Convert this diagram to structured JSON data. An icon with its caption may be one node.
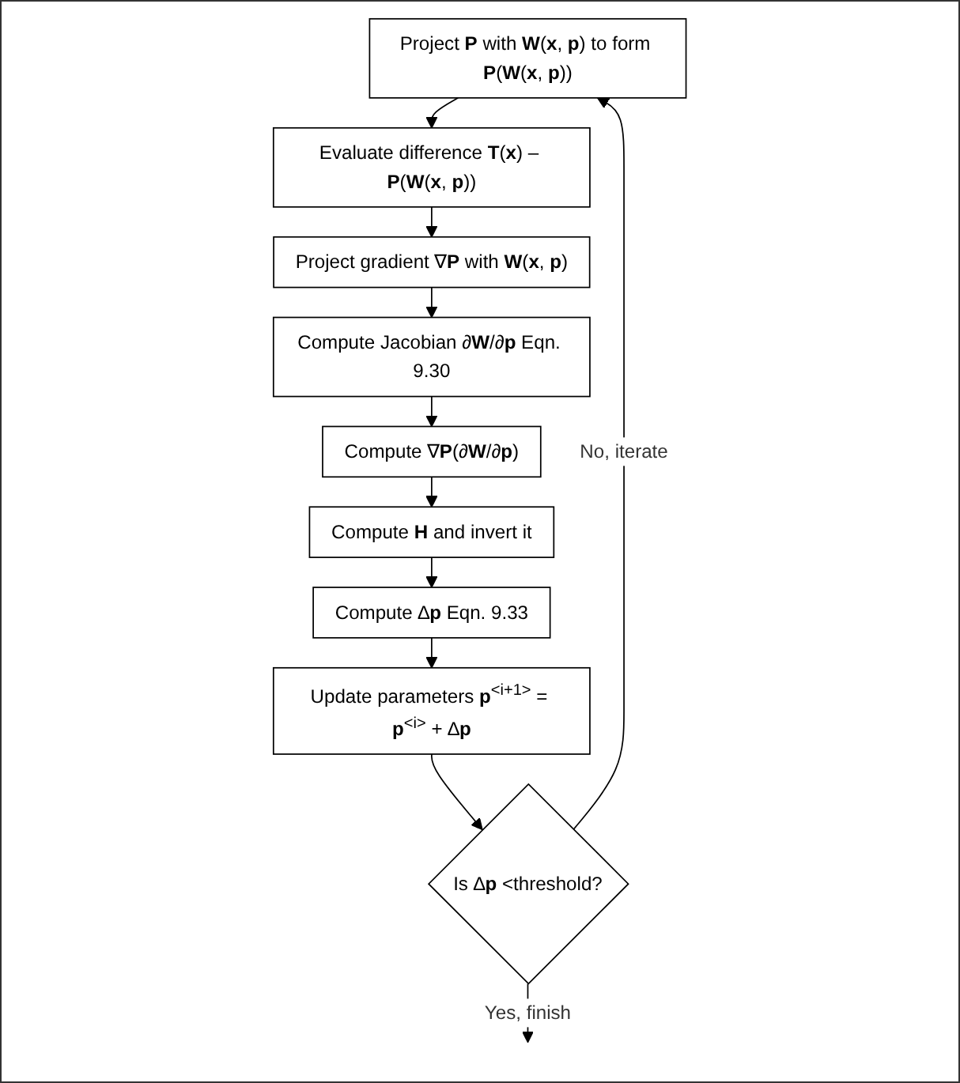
{
  "diagram": {
    "nodes": [
      {
        "text": [
          "Project **P** with **W**(**x**, **p**) to form **P**(**W**(**x**, **p**))"
        ]
      },
      {
        "text": [
          "Evaluate difference **T**(**x**) – **P**(**W**(**x**, **p**))"
        ]
      },
      {
        "text": [
          "Project gradient ∇**P** with **W**(**x**, **p**)"
        ]
      },
      {
        "text": [
          "Compute Jacobian ∂**W**/∂**p** Eqn. 9.30"
        ]
      },
      {
        "text": [
          "Compute ∇**P**(∂**W**/∂**p**)"
        ]
      },
      {
        "text": [
          "Compute **H** and invert it"
        ]
      },
      {
        "text": [
          "Compute ∆**p** Eqn. 9.33"
        ]
      },
      {
        "text": [
          "Update parameters **p**$^{<i+1>}$ = **p**$^{<i>}$ + ∆**p**"
        ]
      },
      {
        "text": [
          "Is ∆**p** <threshold?"
        ]
      }
    ],
    "edges": [
      {
        "from": 0,
        "to": 1,
        "arrow": "to"
      },
      {
        "from": 1,
        "to": 2,
        "arrow": "to"
      },
      {
        "from": 2,
        "to": 3,
        "arrow": "to"
      },
      {
        "from": 3,
        "to": 4,
        "arrow": "to"
      },
      {
        "from": 4,
        "to": 5,
        "arrow": "to"
      },
      {
        "from": 5,
        "to": 6,
        "arrow": "to"
      },
      {
        "from": 6,
        "to": 7,
        "arrow": "to"
      },
      {
        "from": 7,
        "to": 8,
        "arrow": "to"
      },
      {
        "from": 8,
        "to": 0,
        "arrow": "to",
        "label": "No, iterate"
      },
      {
        "from": 8,
        "to": null,
        "arrow": "to",
        "label": "Yes, finish"
      }
    ]
  }
}
